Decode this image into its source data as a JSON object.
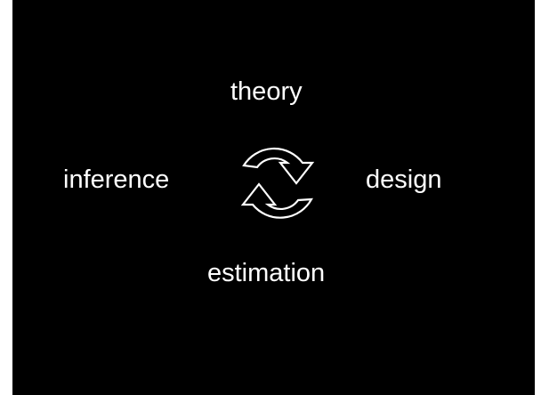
{
  "diagram": {
    "nodes": {
      "top": "theory",
      "left": "inference",
      "right": "design",
      "bottom": "estimation"
    },
    "center_icon": "cycle-arrows-icon",
    "colors": {
      "background": "#000000",
      "foreground": "#ffffff"
    }
  }
}
